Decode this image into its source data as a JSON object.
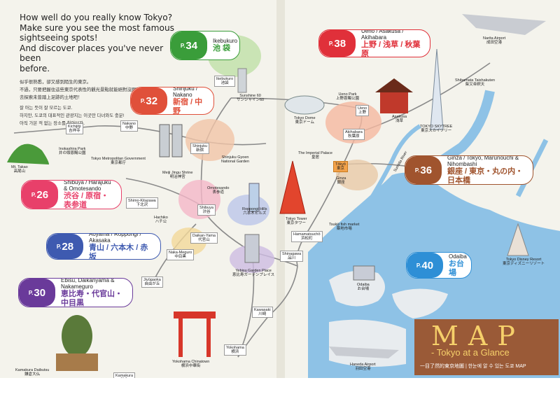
{
  "intro": {
    "en_line1": "How well do you really know Tokyo?",
    "en_line2": "Make sure you see the most famous",
    "en_line3": "sightseeing spots!",
    "en_line4": "And discover places you've never been",
    "en_line5": "before.",
    "zh_line1": "似乎很熟悉，卻又感到陌生的東京。",
    "zh_line2": "不過，只要把握住這些東京代表性的觀光景點就能絕對沒問題！",
    "zh_line3": "去探索未曾踏上足跡的土地吧！",
    "ko_line1": "잘 아는 듯이 잘 모르는 도쿄.",
    "ko_line2": "하지만, 도쿄의 대표적인 관광지는 이곳만 다녀와도 충분!",
    "ko_line3": "아직 가본 적 없는 장소를 찾아보자."
  },
  "areas": [
    {
      "page": "34",
      "en": "Ikebukuro",
      "jp": "池 袋",
      "color": "#3a9d3a"
    },
    {
      "page": "32",
      "en": "Shinjuku / Nakano",
      "jp": "新宿 / 中野",
      "color": "#e0503a"
    },
    {
      "page": "38",
      "en": "Ueno / Asakusa / Akihabara",
      "jp": "上野 / 浅草 / 秋葉原",
      "color": "#e0303a"
    },
    {
      "page": "26",
      "en": "Shibuya / Harajuku & Omotesando",
      "jp": "渋谷 / 原宿・表参道",
      "color": "#e8406a"
    },
    {
      "page": "36",
      "en": "Ginza / Tokyo, Marunouchi & Nihombashi",
      "jp": "銀座 / 東京・丸の内・日本橋",
      "color": "#a0542e"
    },
    {
      "page": "28",
      "en": "Aoyama / Roppongi / Akasaka",
      "jp": "青山 / 六本木 / 赤坂",
      "color": "#3e5ab0"
    },
    {
      "page": "40",
      "en": "Odaiba",
      "jp": "お台場",
      "color": "#2e8fd6"
    },
    {
      "page": "30",
      "en": "Ebisu, Daikanyama & Nakameguro",
      "jp": "恵比寿・代官山・中目黒",
      "color": "#6a3a9a"
    }
  ],
  "stations": {
    "kichijoji": "Kichijōji\n吉祥寺",
    "nakano": "Nakano\n中野",
    "ikebukuro": "Ikebukuro\n池袋",
    "ueno": "Ueno\n上野",
    "akihabara": "Akihabara\n秋葉原",
    "shinjuku": "Shinjuku\n新宿",
    "tokyo": "Tōkyō\n東京",
    "shimo_kitazawa": "Shimo-Kitazawa\n下北沢",
    "shibuya": "Shibuya\n渋谷",
    "daikan_yama": "Daikan-Yama\n代官山",
    "naka_meguro": "Naka-Meguro\n中目黒",
    "jiyugaoka": "Jiyūgaoka\n自由が丘",
    "hamamatsucho": "Hamamatsuchō\n浜松町",
    "shinagawa": "Shinagawa\n品川",
    "kawasaki": "Kawasaki\n川崎",
    "yokohama": "Yokohama\n横浜",
    "kamakura": "Kamakura\n鎌倉"
  },
  "places": {
    "narita": "Narita Airport\n成田空港",
    "shibamata": "Shibamata Taishakuten\n柴又帝釈天",
    "skytree": "TOKYO SKYTREE\n東京スカイツリー",
    "asakusa": "Asakusa\n浅草",
    "ueno_park": "Ueno Park\n上野恩賜公園",
    "tokyo_dome": "Tokyo Dome\n東京ドーム",
    "sunshine60": "Sunshine 60\nサンシャイン60",
    "mt_takao": "Mt. Takao\n高尾山",
    "inokashira": "Inokashira Park\n井の頭恩賜公園",
    "metro_gov": "Tokyo Metropolitan Government\n東京都庁",
    "shinjuku_gyoen": "Shinjuku Gyoen\nNational Garden",
    "meiji_jingu": "Meiji Jingu Shrine\n明治神宮",
    "imperial_palace": "The Imperial Palace\n皇居",
    "omotesando": "Omotesando\n表参道",
    "hachiko": "Hachiko\nハチ公",
    "roppongi_hills": "Roppongi Hills\n六本木ヒルズ",
    "tokyo_tower": "Tokyo Tower\n東京タワー",
    "tsukiji": "Tsukiji fish market\n築地市場",
    "ginza": "Ginza\n銀座",
    "sumida_river": "Sumida River",
    "yebisu": "Yebisu Garden Place\n恵比寿ガーデンプレイス",
    "odaiba": "Odaiba\nお台場",
    "disney": "Tokyo Disney Resort\n東京ディズニーリゾート",
    "chinatown": "Yokohama Chinatown\n横浜中華街",
    "haneda": "Haneda Airport\n羽田空港",
    "daibutsu": "Kamakura Daibutsu\n鎌倉大仏"
  },
  "title": {
    "map": "MAP",
    "sub": "- Tokyo at a Glance",
    "ko": "一目了然的東京地圖 | 한눈에 알 수 있는 도쿄 MAP"
  },
  "colors": {
    "water": "#8ec2e6",
    "land": "#f4f3ec",
    "rail": "#8a8a8a"
  }
}
